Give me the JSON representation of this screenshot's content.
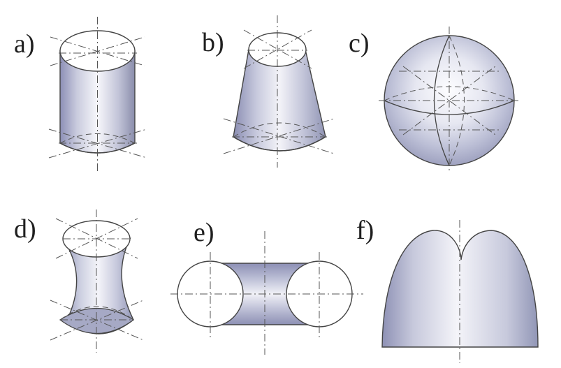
{
  "labels": {
    "a": "a)",
    "b": "b)",
    "c": "c)",
    "d": "d)",
    "e": "e)",
    "f": "f)"
  }
}
